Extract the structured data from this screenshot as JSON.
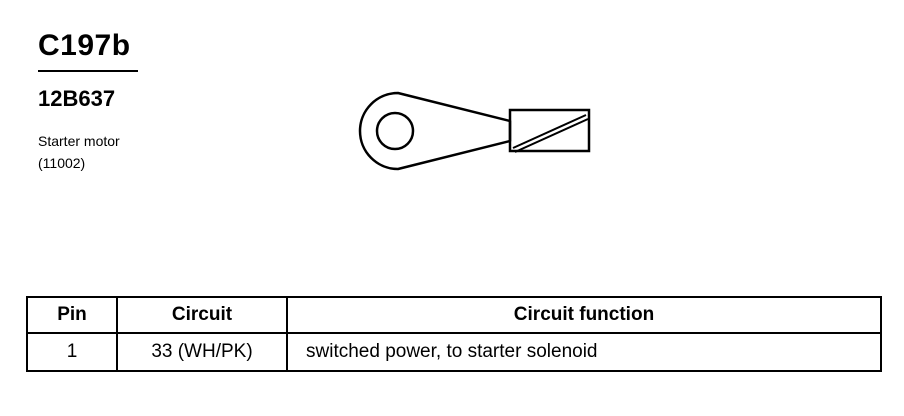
{
  "header": {
    "connector_id": "C197b",
    "part_number": "12B637",
    "component_name": "Starter motor",
    "component_code": "(11002)"
  },
  "pin_table": {
    "columns": [
      "Pin",
      "Circuit",
      "Circuit function"
    ],
    "rows": [
      {
        "pin": "1",
        "circuit": "33 (WH/PK)",
        "function": "switched power, to starter solenoid"
      }
    ]
  }
}
